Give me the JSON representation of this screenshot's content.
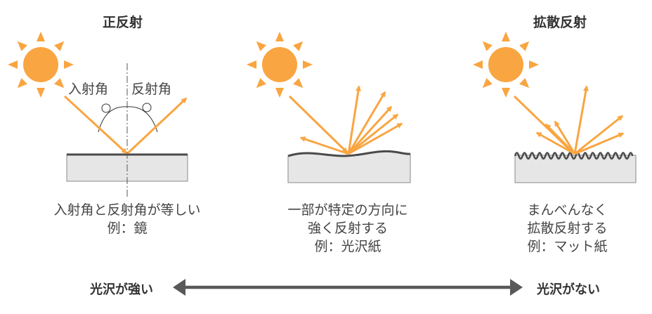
{
  "panels": [
    {
      "title": "正反射",
      "incident_label": "入射角",
      "reflect_label": "反射角",
      "caption": [
        "入射角と反射角が等しい",
        "例：鏡"
      ]
    },
    {
      "title": "",
      "caption": [
        "一部が特定の方向に",
        "強く反射する",
        "例：光沢紙"
      ]
    },
    {
      "title": "拡散反射",
      "caption": [
        "まんべんなく",
        "拡散反射する",
        "例：マット紙"
      ]
    }
  ],
  "scale": {
    "left_label": "光沢が強い",
    "right_label": "光沢がない"
  },
  "colors": {
    "sun": "#F9A541",
    "arrow": "#F9A541",
    "surface_fill": "#E6E6E6",
    "surface_edge": "#888888",
    "surface_top": "#4A4A4A",
    "scale_arrow": "#595959"
  },
  "icons": [
    "sun-icon",
    "reflection-arrow",
    "double-arrow-icon"
  ]
}
